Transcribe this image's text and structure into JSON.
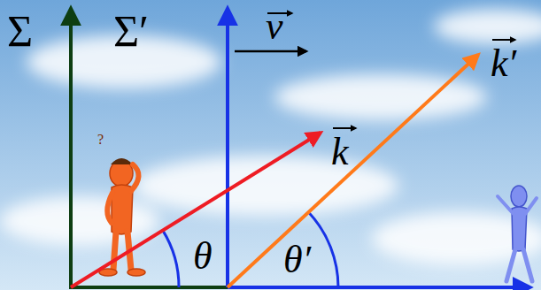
{
  "diagram": {
    "labels": [
      "Σ",
      "Σ′",
      "v",
      "k",
      "k′",
      "θ",
      "θ′",
      "?"
    ]
  }
}
